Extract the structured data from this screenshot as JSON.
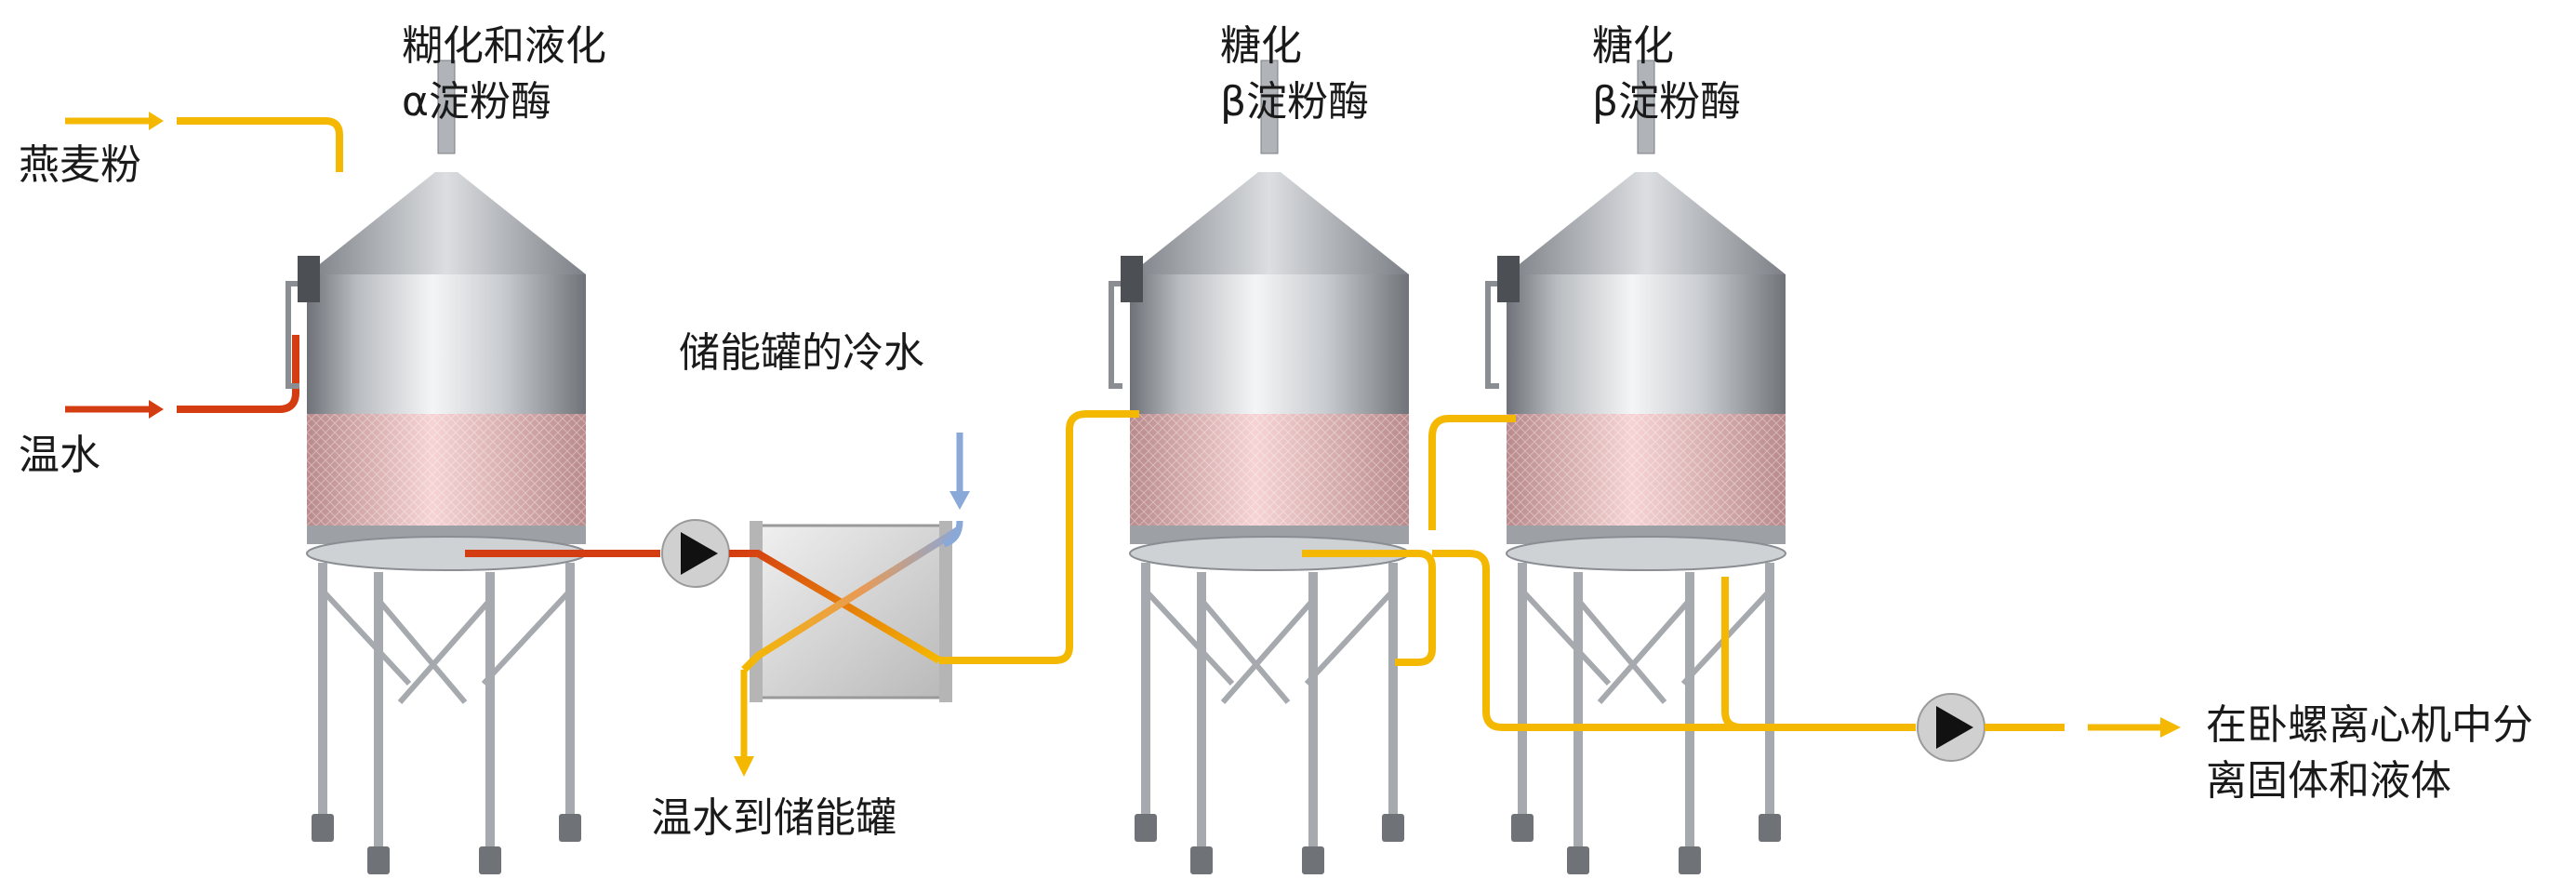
{
  "labels": {
    "oat_flour": "燕麦粉",
    "warm_water_in": "温水",
    "tank1_line1": "糊化和液化",
    "tank1_line2": "α淀粉酶",
    "tank2_line1": "糖化",
    "tank2_line2": "β淀粉酶",
    "tank3_line1": "糖化",
    "tank3_line2": "β淀粉酶",
    "cold_water": "储能罐的冷水",
    "warm_water_out": "温水到储能罐",
    "output_line1": "在卧螺离心机中分",
    "output_line2": "离固体和液体"
  },
  "colors": {
    "product_line": "#f5b800",
    "hot_water_line": "#d43c12",
    "cold_water_line": "#8aa8d8",
    "steel_light": "#e6e8ea",
    "steel_dark": "#8a8e93",
    "heating_zone": "#e8b4b4",
    "pump_body": "#c8c8c8"
  },
  "icons": {
    "pump": "pump-icon",
    "heat_exchanger": "heat-exchanger-icon",
    "tank": "tank-icon"
  }
}
